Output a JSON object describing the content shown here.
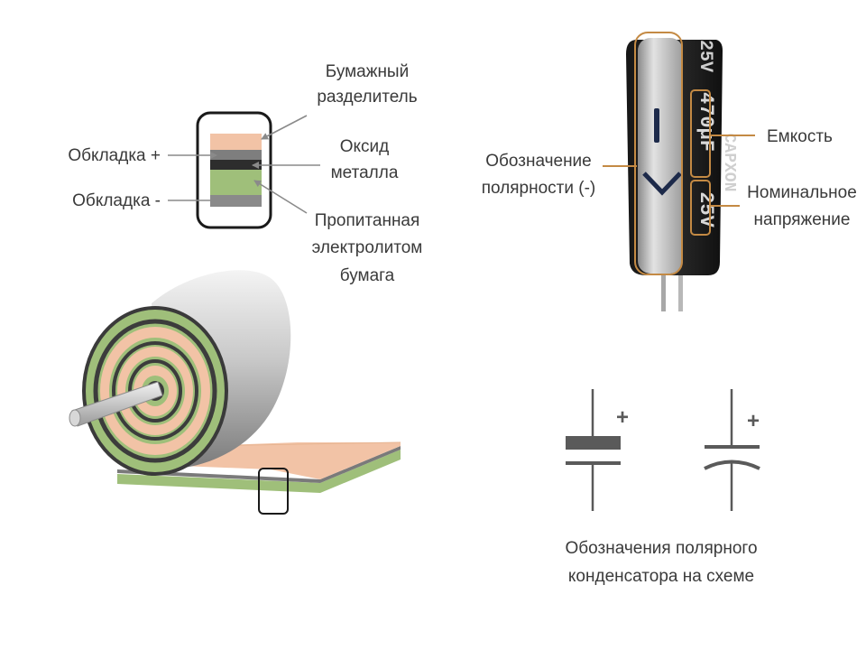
{
  "labels": {
    "paper_separator_1": "Бумажный",
    "paper_separator_2": "разделитель",
    "plate_plus": "Обкладка +",
    "plate_minus": "Обкладка -",
    "oxide_1": "Оксид",
    "oxide_2": "металла",
    "impregnated_1": "Пропитанная",
    "impregnated_2": "электролитом",
    "impregnated_3": "бумага",
    "polarity_1": "Обозначение",
    "polarity_2": "полярности (-)",
    "capacity": "Емкость",
    "voltage_1": "Номинальное",
    "voltage_2": "напряжение",
    "schematic_1": "Обозначения полярного",
    "schematic_2": "конденсатора на схеме"
  },
  "capacitor_marking": {
    "capacitance": "470µF",
    "voltage": "25V",
    "brand": "CAPXON",
    "voltage_top": "25V"
  },
  "symbols": {
    "plus_sign_1": "+",
    "plus_sign_2": "+"
  },
  "colors": {
    "paper": "#f2c3a6",
    "green": "#9fbf7a",
    "oxide": "#808080",
    "callout_orange": "#c48a44",
    "text": "#3a3a3a"
  }
}
